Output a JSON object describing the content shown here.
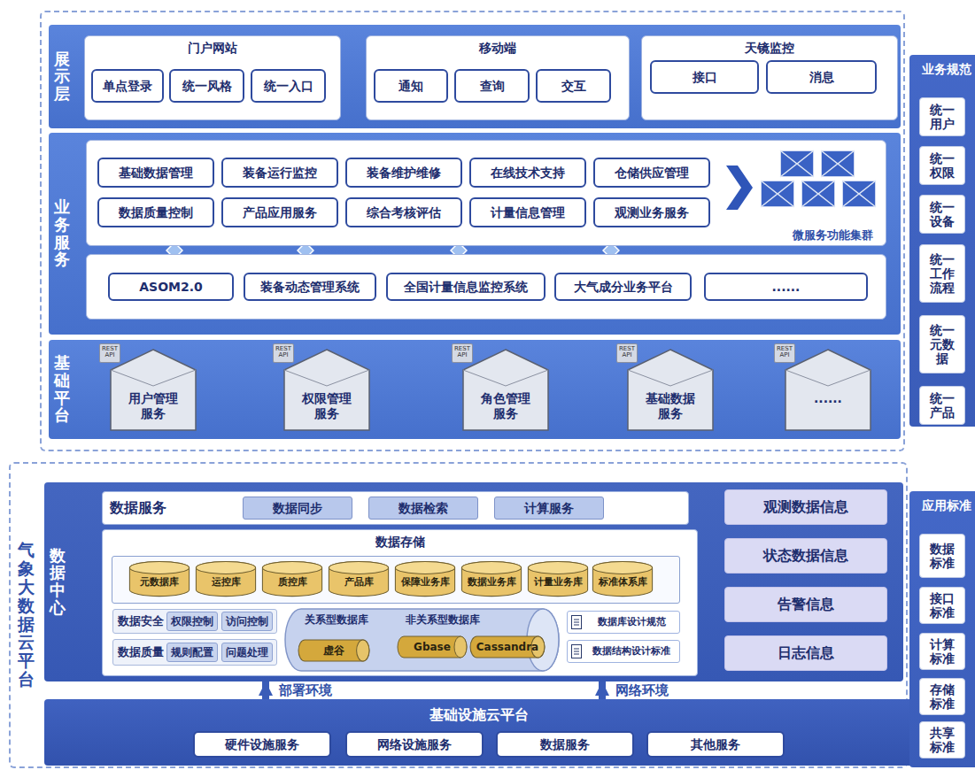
{
  "diagram": {
    "nodes": [
      {
        "text": [
          "展示层"
        ]
      },
      {
        "text": [
          "门户网站"
        ],
        "in": 0
      },
      {
        "text": [
          "单点登录"
        ],
        "in": 1
      },
      {
        "text": [
          "统一风格"
        ],
        "in": 1
      },
      {
        "text": [
          "统一入口"
        ],
        "in": 1
      },
      {
        "text": [
          "移动端"
        ],
        "in": 0
      },
      {
        "text": [
          "通知"
        ],
        "in": 5
      },
      {
        "text": [
          "查询"
        ],
        "in": 5
      },
      {
        "text": [
          "交互"
        ],
        "in": 5
      },
      {
        "text": [
          "天镜监控"
        ],
        "in": 0
      },
      {
        "text": [
          "接口"
        ],
        "in": 9
      },
      {
        "text": [
          "消息"
        ],
        "in": 9
      },
      {
        "text": [
          "业务服务"
        ]
      },
      {
        "text": [
          "微服务功能集群"
        ],
        "in": 12
      },
      {
        "text": [
          "基础数据管理"
        ],
        "in": 13
      },
      {
        "text": [
          "装备运行监控"
        ],
        "in": 13
      },
      {
        "text": [
          "装备维护维修"
        ],
        "in": 13
      },
      {
        "text": [
          "在线技术支持"
        ],
        "in": 13
      },
      {
        "text": [
          "仓储供应管理"
        ],
        "in": 13
      },
      {
        "text": [
          "数据质量控制"
        ],
        "in": 13
      },
      {
        "text": [
          "产品应用服务"
        ],
        "in": 13
      },
      {
        "text": [
          "综合考核评估"
        ],
        "in": 13
      },
      {
        "text": [
          "计量信息管理"
        ],
        "in": 13
      },
      {
        "text": [
          "观测业务服务"
        ],
        "in": 13
      },
      {
        "text": [
          "ASOM2.0"
        ],
        "in": 12
      },
      {
        "text": [
          "装备动态管理系统"
        ],
        "in": 12
      },
      {
        "text": [
          "全国计量信息监控系统"
        ],
        "in": 12
      },
      {
        "text": [
          "大气成分业务平台"
        ],
        "in": 12
      },
      {
        "text": [
          "......"
        ],
        "in": 12
      },
      {
        "text": [
          "基础平台"
        ]
      },
      {
        "text": [
          "用户管理 服务"
        ],
        "in": 29
      },
      {
        "text": [
          "REST API"
        ],
        "in": 30
      },
      {
        "text": [
          "权限管理 服务"
        ],
        "in": 29
      },
      {
        "text": [
          "REST API"
        ],
        "in": 32
      },
      {
        "text": [
          "角色管理 服务"
        ],
        "in": 29
      },
      {
        "text": [
          "REST API"
        ],
        "in": 34
      },
      {
        "text": [
          "基础数据 服务"
        ],
        "in": 29
      },
      {
        "text": [
          "REST API"
        ],
        "in": 36
      },
      {
        "text": [
          "......"
        ],
        "in": 29
      },
      {
        "text": [
          "REST API"
        ],
        "in": 38
      },
      {
        "text": [
          "业务规范"
        ]
      },
      {
        "text": [
          "统一 用户"
        ],
        "in": 40
      },
      {
        "text": [
          "统一 权限"
        ],
        "in": 40
      },
      {
        "text": [
          "统一 设备"
        ],
        "in": 40
      },
      {
        "text": [
          "统一 工作 流程"
        ],
        "in": 40
      },
      {
        "text": [
          "统一 元数 据"
        ],
        "in": 40
      },
      {
        "text": [
          "统一 产品"
        ],
        "in": 40
      },
      {
        "text": [
          "气象大数据云平台"
        ]
      },
      {
        "text": [
          "数据中心"
        ],
        "in": 47
      },
      {
        "text": [
          "数据服务"
        ],
        "in": 48
      },
      {
        "text": [
          "数据同步"
        ],
        "in": 49
      },
      {
        "text": [
          "数据检索"
        ],
        "in": 49
      },
      {
        "text": [
          "计算服务"
        ],
        "in": 49
      },
      {
        "text": [
          "数据存储"
        ],
        "in": 48
      },
      {
        "text": [
          "元数据库"
        ],
        "in": 53
      },
      {
        "text": [
          "运控库"
        ],
        "in": 53
      },
      {
        "text": [
          "质控库"
        ],
        "in": 53
      },
      {
        "text": [
          "产品库"
        ],
        "in": 53
      },
      {
        "text": [
          "保障业务库"
        ],
        "in": 53
      },
      {
        "text": [
          "数据业务库"
        ],
        "in": 53
      },
      {
        "text": [
          "计量业务库"
        ],
        "in": 53
      },
      {
        "text": [
          "标准体系库"
        ],
        "in": 53
      },
      {
        "text": [
          "数据安全"
        ],
        "in": 53
      },
      {
        "text": [
          "权限控制"
        ],
        "in": 62
      },
      {
        "text": [
          "访问控制"
        ],
        "in": 62
      },
      {
        "text": [
          "数据质量"
        ],
        "in": 53
      },
      {
        "text": [
          "规则配置"
        ],
        "in": 65
      },
      {
        "text": [
          "问题处理"
        ],
        "in": 65
      },
      {
        "text": [
          "关系型数据库",
          "非关系型数据库"
        ],
        "in": 53
      },
      {
        "text": [
          "虚谷"
        ],
        "in": 68
      },
      {
        "text": [
          "Gbase"
        ],
        "in": 68
      },
      {
        "text": [
          "Cassandra"
        ],
        "in": 68
      },
      {
        "text": [
          "数据库设计规范"
        ],
        "in": 53
      },
      {
        "text": [
          "数据结构设计标准"
        ],
        "in": 53
      },
      {
        "text": [
          "观测数据信息"
        ],
        "in": 48
      },
      {
        "text": [
          "状态数据信息"
        ],
        "in": 48
      },
      {
        "text": [
          "告警信息"
        ],
        "in": 48
      },
      {
        "text": [
          "日志信息"
        ],
        "in": 48
      },
      {
        "text": [
          "基础设施云平台"
        ],
        "in": 47
      },
      {
        "text": [
          "硬件设施服务"
        ],
        "in": 78
      },
      {
        "text": [
          "网络设施服务"
        ],
        "in": 78
      },
      {
        "text": [
          "数据服务"
        ],
        "in": 78
      },
      {
        "text": [
          "其他服务"
        ],
        "in": 78
      },
      {
        "text": [
          "应用标准"
        ]
      },
      {
        "text": [
          "数据 标准"
        ],
        "in": 83
      },
      {
        "text": [
          "接口 标准"
        ],
        "in": 83
      },
      {
        "text": [
          "计算 标准"
        ],
        "in": 83
      },
      {
        "text": [
          "存储 标准"
        ],
        "in": 83
      },
      {
        "text": [
          "共享 标准"
        ],
        "in": 83
      }
    ],
    "edges": [
      {
        "from": 78,
        "to": 48,
        "arrow": "to",
        "label": "部署环境"
      },
      {
        "from": 78,
        "to": 48,
        "arrow": "to",
        "label": "网络环境"
      }
    ]
  }
}
